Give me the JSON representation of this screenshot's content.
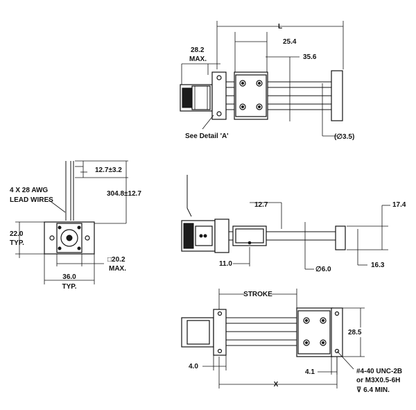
{
  "drawing": {
    "top_view": {
      "dim_L": "L",
      "dim_25_4": "25.4",
      "dim_28_2": "28.2",
      "dim_max": "MAX.",
      "dim_35_6": "35.6",
      "dim_hole": "(∅3.5)",
      "see_detail": "See Detail 'A'"
    },
    "end_view": {
      "lead_wires_1": "4 X 28 AWG",
      "lead_wires_2": "LEAD WIRES",
      "dim_12_7_3_2": "12.7±3.2",
      "dim_304_8": "304.8±12.7",
      "dim_22": "22.0",
      "dim_typ": "TYP.",
      "dim_36": "36.0",
      "dim_36_typ": "TYP.",
      "dim_20_2": "□20.2",
      "dim_20_2_max": "MAX."
    },
    "side_view": {
      "dim_12_7": "12.7",
      "dim_17_4": "17.4",
      "dim_11": "11.0",
      "dim_6": "∅6.0",
      "dim_16_3": "16.3"
    },
    "bottom_view": {
      "stroke": "STROKE",
      "dim_28_5": "28.5",
      "dim_4_0": "4.0",
      "dim_4_1": "4.1",
      "dim_x": "X",
      "thread_1": "#4-40 UNC-2B",
      "thread_2": "or M3X0.5-6H",
      "thread_3": "⊽ 6.4 MIN."
    }
  }
}
